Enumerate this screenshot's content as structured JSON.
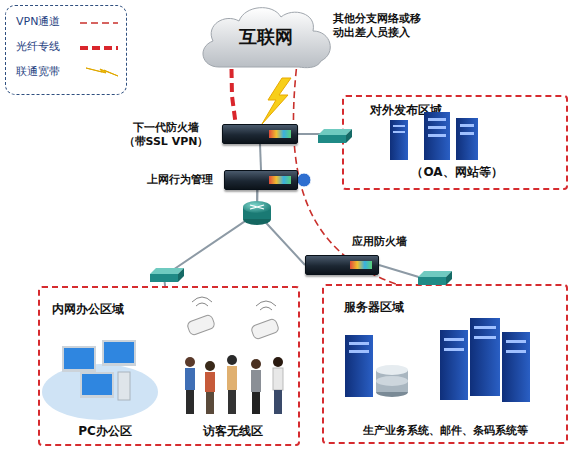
{
  "diagram": {
    "nodes": [
      {
        "text": [
          "互联网"
        ]
      },
      {
        "text": [
          "下一代防火墙 （带SSL VPN）"
        ]
      },
      {
        "text": [
          "上网行为管理"
        ]
      },
      {
        "text": [
          "对外发布区域",
          "（OA、网站等）"
        ]
      },
      {
        "text": [
          "应用防火墙"
        ]
      },
      {
        "text": [
          "内网办公区域",
          "PC办公区",
          "访客无线区"
        ]
      },
      {
        "text": [
          "服务器区域",
          "生产业务系统、邮件、条码系统等"
        ]
      }
    ],
    "edges": [
      {
        "from": 0,
        "to": 1,
        "arrow": "none"
      },
      {
        "from": 1,
        "to": 3,
        "arrow": "none"
      },
      {
        "from": 1,
        "to": 2,
        "arrow": "none"
      },
      {
        "from": 2,
        "to": 5,
        "arrow": "none"
      },
      {
        "from": 2,
        "to": 4,
        "arrow": "none"
      },
      {
        "from": 4,
        "to": 6,
        "arrow": "none"
      },
      {
        "from": 0,
        "to": 6,
        "arrow": "none"
      }
    ],
    "labels": [
      "其他分支网络或移动出差人员接入"
    ],
    "legend": [
      {
        "text": "VPN通道"
      },
      {
        "text": "光纤专线"
      },
      {
        "text": "联通宽带"
      }
    ]
  }
}
